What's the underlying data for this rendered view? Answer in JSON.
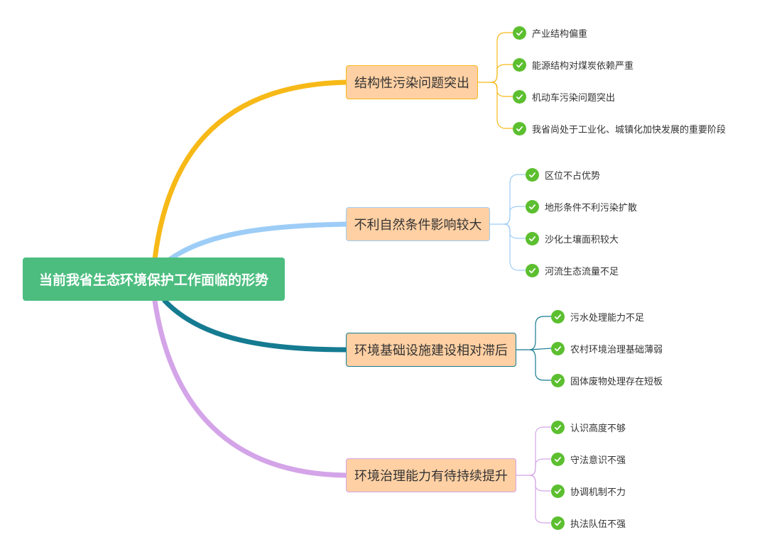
{
  "root": {
    "label": "当前我省生态环境保护工作面临的形势",
    "color": "#4cbd7f"
  },
  "branches": [
    {
      "label": "结构性污染问题突出",
      "color": "#f7b918",
      "items": [
        "产业结构偏重",
        "能源结构对煤炭依赖严重",
        "机动车污染问题突出",
        "我省尚处于工业化、城镇化加快发展的重要阶段"
      ]
    },
    {
      "label": "不利自然条件影响较大",
      "color": "#9dcdf7",
      "items": [
        "区位不占优势",
        "地形条件不利污染扩散",
        "沙化土壤面积较大",
        "河流生态流量不足"
      ]
    },
    {
      "label": "环境基础设施建设相对滞后",
      "color": "#157b91",
      "items": [
        "污水处理能力不足",
        "农村环境治理基础薄弱",
        "固体废物处理存在短板"
      ]
    },
    {
      "label": "环境治理能力有待持续提升",
      "color": "#d4a4e8",
      "items": [
        "认识高度不够",
        "守法意识不强",
        "协调机制不力",
        "执法队伍不强"
      ]
    }
  ],
  "node_fill": "#ffd0a3",
  "check_icon": "check-circle-icon",
  "check_color": "#5cbf2f"
}
